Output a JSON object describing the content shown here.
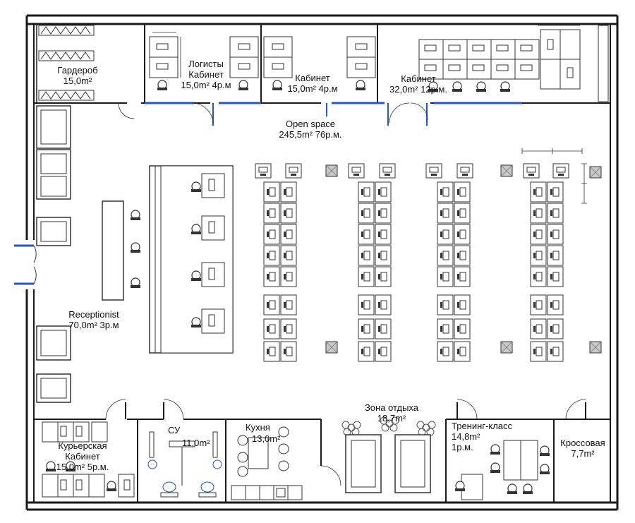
{
  "rooms": {
    "wardrobe": {
      "name": "Гардероб",
      "area": "15,0m²"
    },
    "logistics": {
      "name1": "Логисты",
      "name2": "Кабинет",
      "area": "15,0m² 4р.м"
    },
    "office2": {
      "name": "Кабинет",
      "area": "15,0m² 4р.м"
    },
    "office3": {
      "name": "Кабинет",
      "area": "32,0m² 12р.м."
    },
    "openspace": {
      "name": "Open space",
      "area": "245,5m²  76р.м."
    },
    "reception": {
      "name": "Receptionist",
      "area": "70,0m² 3р.м"
    },
    "courier": {
      "name1": "Курьерская",
      "name2": "Кабинет",
      "area": "15,0m² 5р.м."
    },
    "wc": {
      "name": "СУ",
      "area": "11,0m²"
    },
    "kitchen": {
      "name": "Кухня",
      "area": "13,0m²"
    },
    "lounge": {
      "name": "Зона отдыха",
      "area": "18,7m²"
    },
    "training": {
      "name": "Тренинг-класс",
      "area": "14,8m²",
      "seats": "1р.м."
    },
    "server": {
      "name": "Кроссовая",
      "area": "7,7m²"
    }
  },
  "colors": {
    "wall": "#1a1a1a",
    "door": "#2457c5",
    "furniture": "#333333",
    "column": "#8a8a8a"
  }
}
